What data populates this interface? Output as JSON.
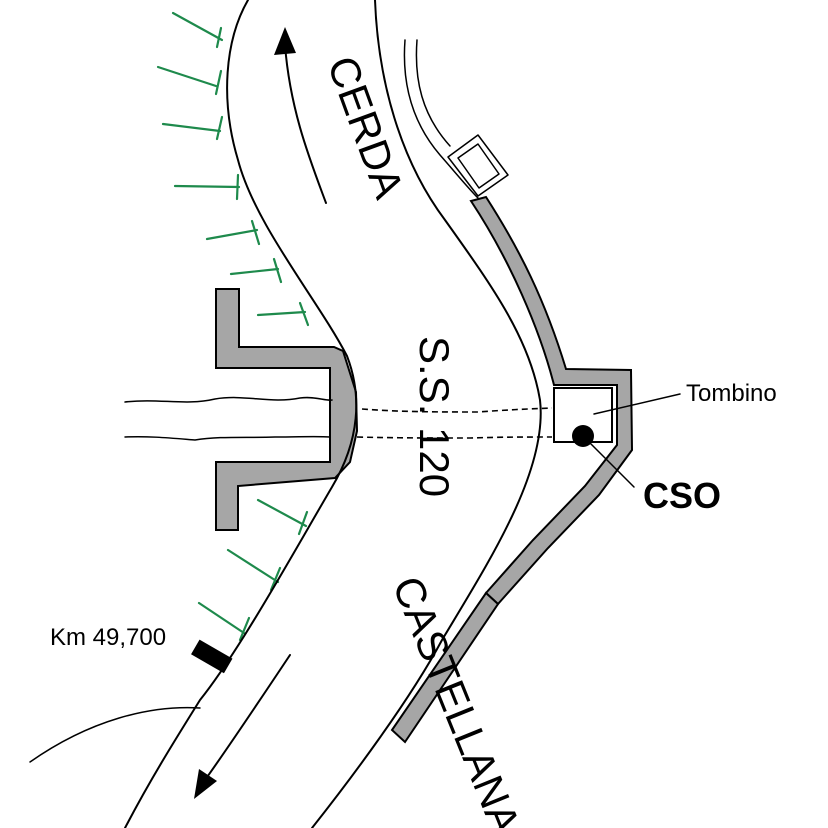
{
  "map": {
    "road_name_north": "CERDA",
    "road_name_south": "CASTELLANA",
    "road_code": "S.S. 120",
    "culvert_label": "Tombino",
    "cso_label": "CSO",
    "km_marker_label": "Km 49,700",
    "colors": {
      "line": "#000000",
      "wall_fill": "#a6a6a6",
      "slope_marks": "#1e8a4c",
      "background": "#ffffff"
    },
    "icons": [
      "direction-arrow-icon",
      "slope-mark-icon",
      "cso-point-icon",
      "km-marker-icon"
    ]
  }
}
